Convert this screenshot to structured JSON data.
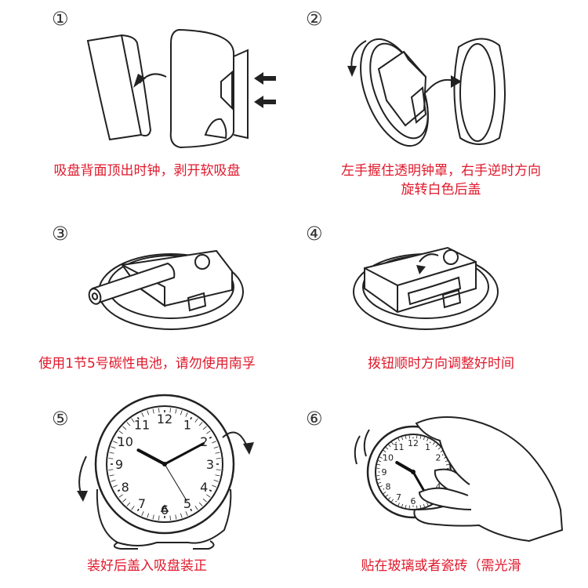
{
  "steps": [
    {
      "number": "①",
      "caption": [
        "吸盘背面顶出时钟，剥开软吸盘"
      ]
    },
    {
      "number": "②",
      "caption": [
        "左手握住透明钟罩，右手逆时方向",
        "旋转白色后盖"
      ]
    },
    {
      "number": "③",
      "caption": [
        "使用1节5号碳性电池，请勿使用南孚"
      ]
    },
    {
      "number": "④",
      "caption": [
        "拨钮顺时方向调整好时间"
      ]
    },
    {
      "number": "⑤",
      "caption": [
        "装好后盖入吸盘装正"
      ]
    },
    {
      "number": "⑥",
      "caption": [
        "贴在玻璃或者瓷砖（需光滑"
      ]
    }
  ],
  "clock_numerals": [
    "12",
    "1",
    "2",
    "3",
    "4",
    "5",
    "6",
    "7",
    "8",
    "9",
    "10",
    "11"
  ],
  "colors": {
    "caption": "#e0192c",
    "line": "#222222"
  }
}
